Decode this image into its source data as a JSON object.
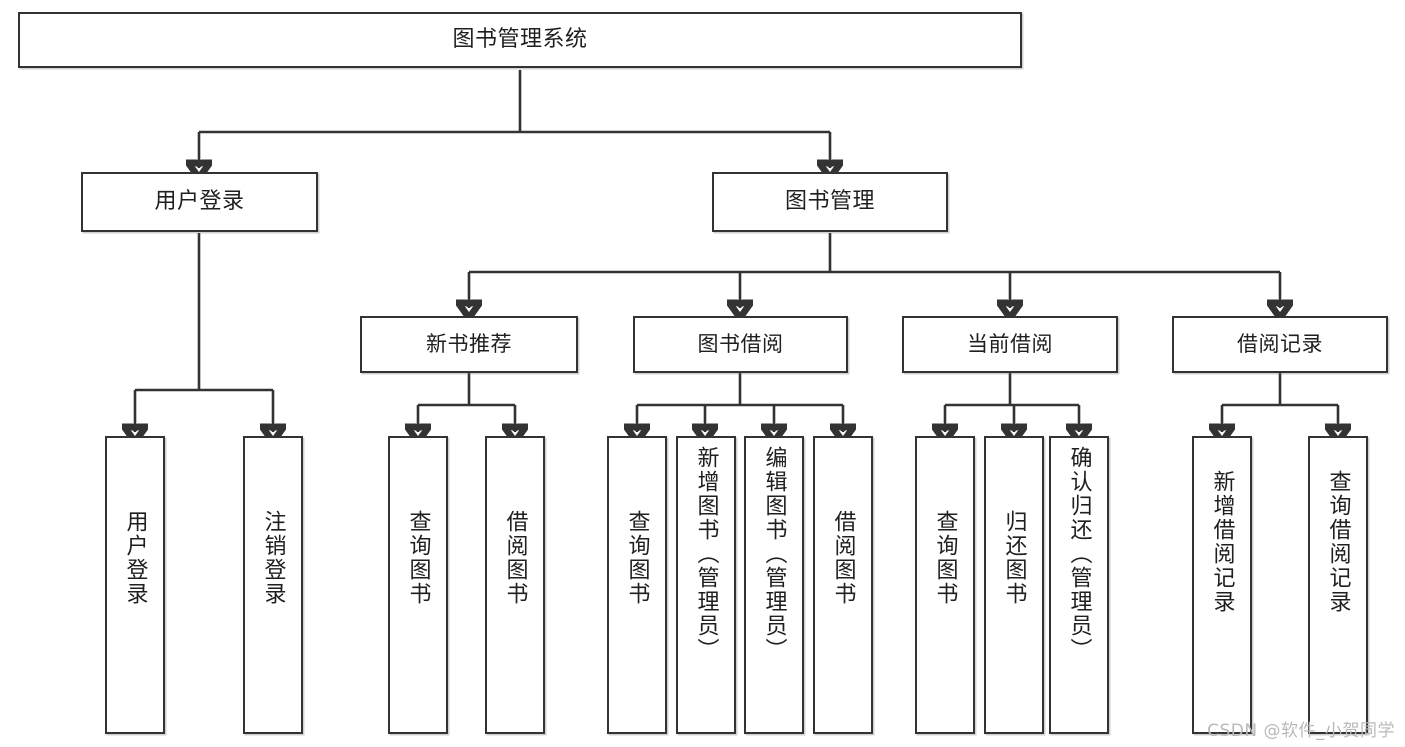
{
  "diagram": {
    "type": "tree-hierarchy",
    "title": "图书管理系统",
    "watermark": "CSDN @软件_小贺同学",
    "colors": {
      "box_border": "#333333",
      "box_fill": "#ffffff",
      "connector": "#333333",
      "text": "#1f1f1f",
      "watermark": "#b9b9b9"
    },
    "levels": {
      "root": {
        "label": "图书管理系统"
      },
      "level2": [
        {
          "label": "用户登录"
        },
        {
          "label": "图书管理"
        }
      ],
      "level3": [
        {
          "label": "新书推荐"
        },
        {
          "label": "图书借阅"
        },
        {
          "label": "当前借阅"
        },
        {
          "label": "借阅记录"
        }
      ],
      "leaves": {
        "user_login": [
          {
            "label": "用户登录"
          },
          {
            "label": "注销登录"
          }
        ],
        "new_book_recommend": [
          {
            "label": "查询图书"
          },
          {
            "label": "借阅图书"
          }
        ],
        "book_borrow": [
          {
            "label": "查询图书"
          },
          {
            "label": "新增图书（管理员）"
          },
          {
            "label": "编辑图书（管理员）"
          },
          {
            "label": "借阅图书"
          }
        ],
        "current_borrow": [
          {
            "label": "查询图书"
          },
          {
            "label": "归还图书"
          },
          {
            "label": "确认归还（管理员）"
          }
        ],
        "borrow_records": [
          {
            "label": "新增借阅记录"
          },
          {
            "label": "查询借阅记录"
          }
        ]
      }
    }
  }
}
